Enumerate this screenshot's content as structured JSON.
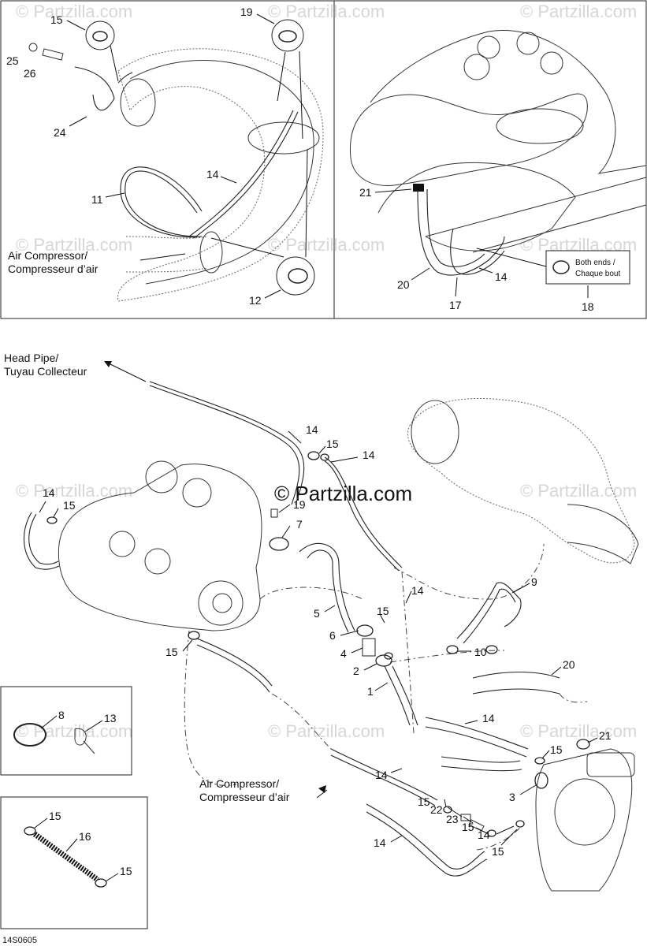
{
  "watermark": {
    "text": "© Partzilla.com",
    "center_text": "© Partzilla.com"
  },
  "diagram_code": "14S0605",
  "panel_top_left": {
    "callouts": [
      "15",
      "19",
      "25",
      "26",
      "24",
      "14",
      "11",
      "12"
    ],
    "destination_air": {
      "line1": "Air Compressor/",
      "line2": "Compresseur d’air"
    }
  },
  "panel_top_right": {
    "callouts": [
      "21",
      "20",
      "14",
      "17",
      "18"
    ],
    "clamp_note": {
      "line1": "Both ends /",
      "line2": "Chaque bout"
    }
  },
  "main": {
    "destination_head_pipe": {
      "line1": "Head Pipe/",
      "line2": "Tuyau Collecteur"
    },
    "destination_air": {
      "line1": "Air Compressor/",
      "line2": "Compresseur d’air"
    },
    "callouts": [
      "14",
      "15",
      "14",
      "14",
      "15",
      "19",
      "7",
      "14",
      "9",
      "5",
      "15",
      "6",
      "4",
      "10",
      "2",
      "1",
      "15",
      "20",
      "14",
      "15",
      "21",
      "14",
      "3",
      "15",
      "22",
      "23",
      "15",
      "14",
      "15",
      "14"
    ]
  },
  "inset_seal": {
    "callouts": [
      "8",
      "13"
    ]
  },
  "inset_spring": {
    "callouts": [
      "15",
      "16",
      "15"
    ]
  }
}
